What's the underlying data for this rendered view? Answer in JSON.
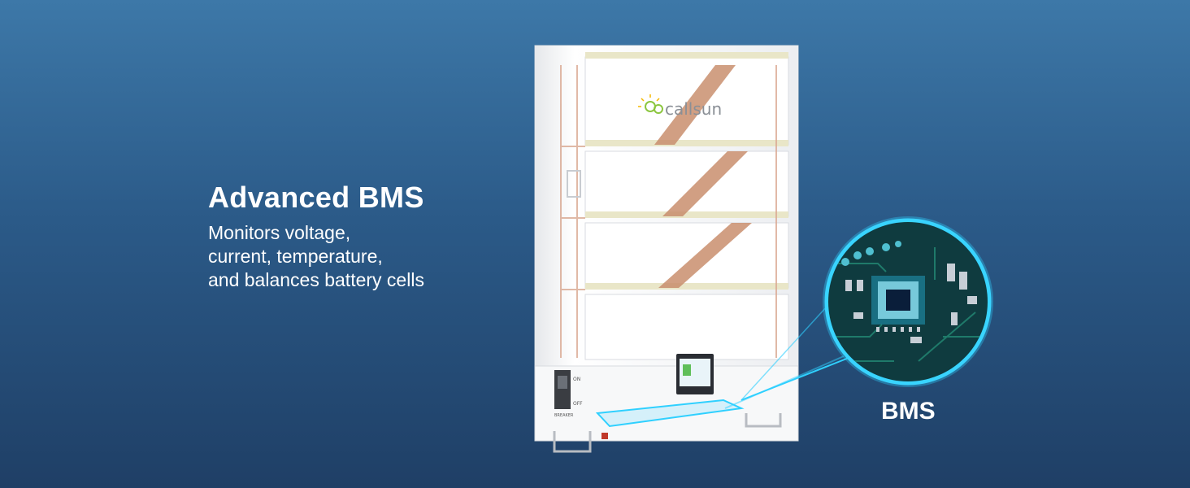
{
  "text": {
    "headline": "Advanced BMS",
    "description_lines": [
      "Monitors voltage,",
      "current, temperature,",
      "and balances battery cells"
    ],
    "bms_label": "BMS"
  },
  "product": {
    "brand_name": "callsun",
    "breaker_on": "ON",
    "breaker_off": "OFF",
    "breaker_caption": "BREAKER"
  },
  "colors": {
    "background_top": "#3d78a8",
    "background_bottom": "#1f3f66",
    "brand_green": "#8cc63f",
    "brand_yellow": "#f5b800",
    "glow_cyan": "#2fd0ff",
    "copper": "#c98f6e"
  },
  "icons": {
    "brand_logo": "sun-leaf-logo-icon",
    "chip": "circuit-chip-icon"
  }
}
